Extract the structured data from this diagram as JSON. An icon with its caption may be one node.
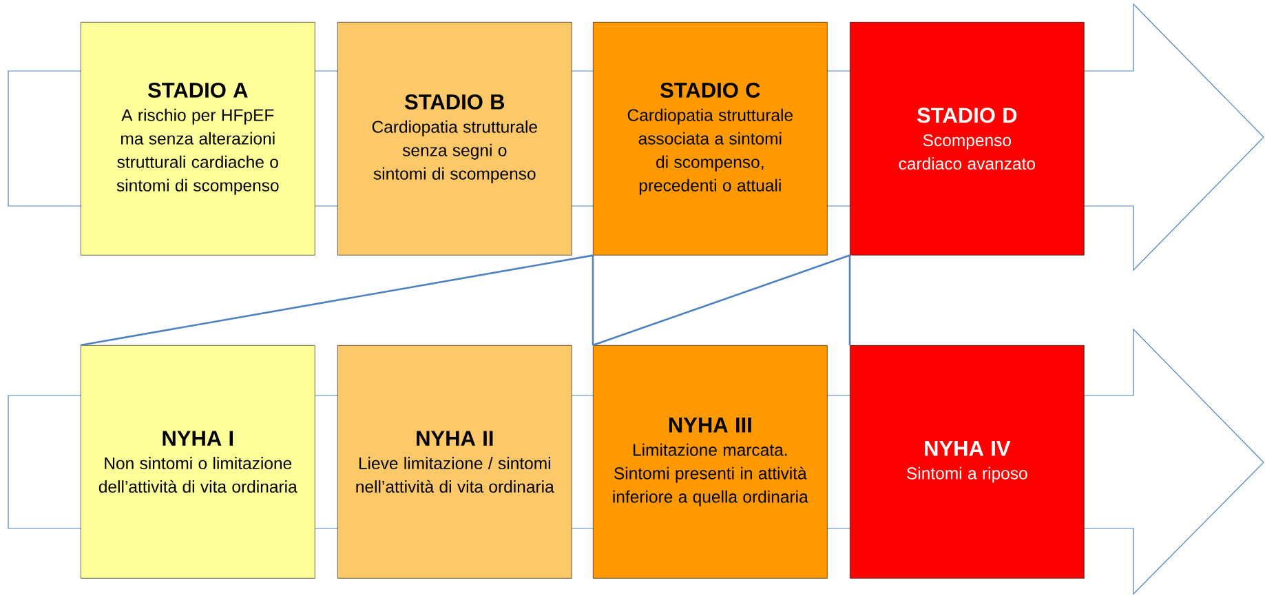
{
  "diagram": {
    "nodes": [
      {
        "text": [
          "STADIO A",
          "A rischio per HFpEF ma senza alterazioni strutturali cardiache o sintomi di scompenso"
        ]
      },
      {
        "text": [
          "STADIO B",
          "Cardiopatia strutturale senza segni o sintomi di scompenso"
        ]
      },
      {
        "text": [
          "STADIO C",
          "Cardiopatia strutturale associata a sintomi di scompenso, precedenti o attuali"
        ]
      },
      {
        "text": [
          "STADIO D",
          "Scompenso cardiaco avanzato"
        ]
      },
      {
        "text": [
          "NYHA I",
          "Non sintomi o limitazione dell’attività di vita ordinaria"
        ]
      },
      {
        "text": [
          "NYHA II",
          "Lieve limitazione / sintomi nell’attività di vita ordinaria"
        ]
      },
      {
        "text": [
          "NYHA III",
          "Limitazione marcata. Sintomi presenti in attività inferiore a quella ordinaria"
        ]
      },
      {
        "text": [
          "NYHA IV",
          "Sintomi a riposo"
        ]
      }
    ],
    "edges": [
      {
        "from": 2,
        "to": 4,
        "arrow": "none"
      },
      {
        "from": 2,
        "to": 6,
        "arrow": "none"
      },
      {
        "from": 3,
        "to": 6,
        "arrow": "none"
      },
      {
        "from": 3,
        "to": 7,
        "arrow": "none"
      }
    ]
  }
}
